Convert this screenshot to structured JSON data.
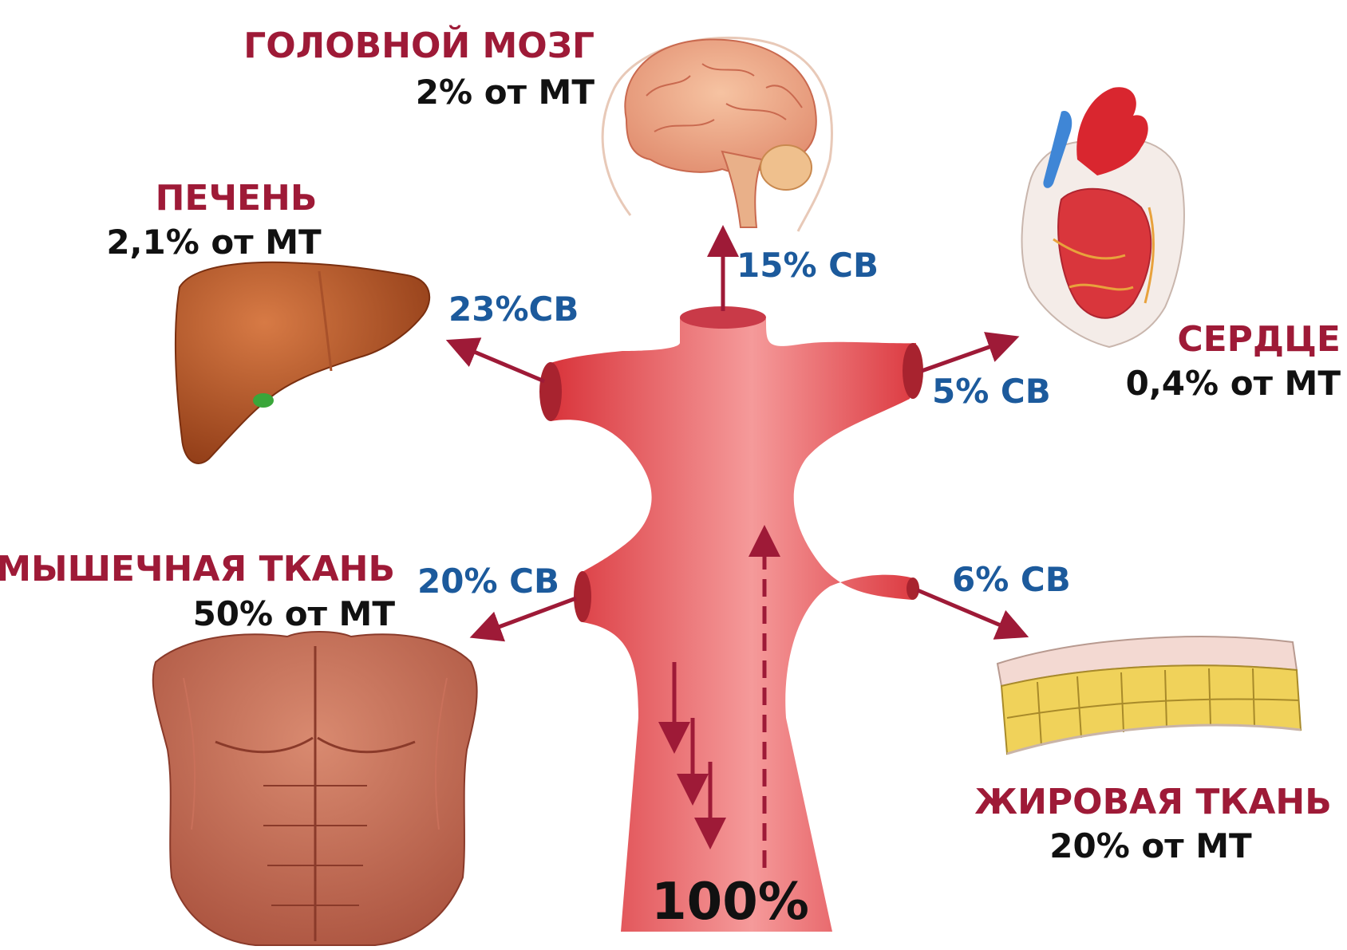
{
  "organs": {
    "brain": {
      "title": "ГОЛОВНОЙ МОЗГ",
      "mass": "2% от МТ",
      "flow": "15% СВ"
    },
    "liver": {
      "title": "ПЕЧЕНЬ",
      "mass": "2,1% от МТ",
      "flow": "23%СВ"
    },
    "heart": {
      "title": "СЕРДЦЕ",
      "mass": "0,4% от МТ",
      "flow": "5% СВ"
    },
    "muscle": {
      "title": "МЫШЕЧНАЯ ТКАНЬ",
      "mass": "50% от МТ",
      "flow": "20% СВ"
    },
    "fat": {
      "title": "ЖИРОВАЯ ТКАНЬ",
      "mass": "20% от МТ",
      "flow": "6% СВ"
    }
  },
  "vessel": {
    "total_label": "100%"
  },
  "colors": {
    "title": "#9e1a37",
    "flow": "#1c5a9c",
    "arrow": "#9e1a37",
    "vessel": "#e64a50"
  },
  "icons": [
    "brain-illustration",
    "liver-illustration",
    "heart-illustration",
    "muscle-torso-illustration",
    "fat-tissue-illustration"
  ]
}
